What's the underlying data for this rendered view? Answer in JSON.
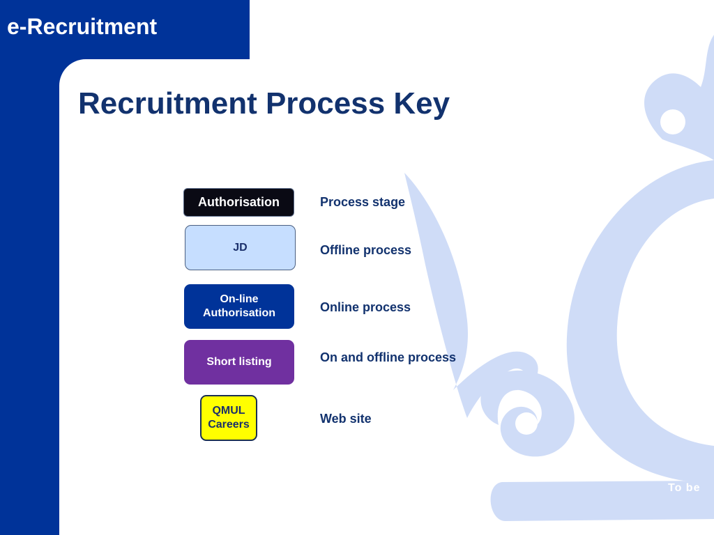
{
  "header": {
    "title": "e-Recruitment"
  },
  "slide": {
    "title": "Recruitment Process Key"
  },
  "key": {
    "items": [
      {
        "box_label": "Authorisation",
        "description": "Process stage"
      },
      {
        "box_label": "JD",
        "description": "Offline process"
      },
      {
        "box_label_line1": "On-line",
        "box_label_line2": "Authorisation",
        "description": "Online process"
      },
      {
        "box_label": "Short listing",
        "description": "On and offline process"
      },
      {
        "box_label_line1": "QMUL",
        "box_label_line2": "Careers",
        "description": "Web site"
      }
    ]
  },
  "footer": {
    "note": "To be"
  },
  "colors": {
    "frame": "#003399",
    "watermark": "#cfdcf7",
    "title_text": "#12326e",
    "stage_box": "#0a0a14",
    "offline_box": "#c6deff",
    "online_box": "#003399",
    "mixed_box": "#7030a0",
    "web_box": "#ffff00"
  },
  "icons": {
    "watermark": "qmul-crest-watermark-icon"
  }
}
